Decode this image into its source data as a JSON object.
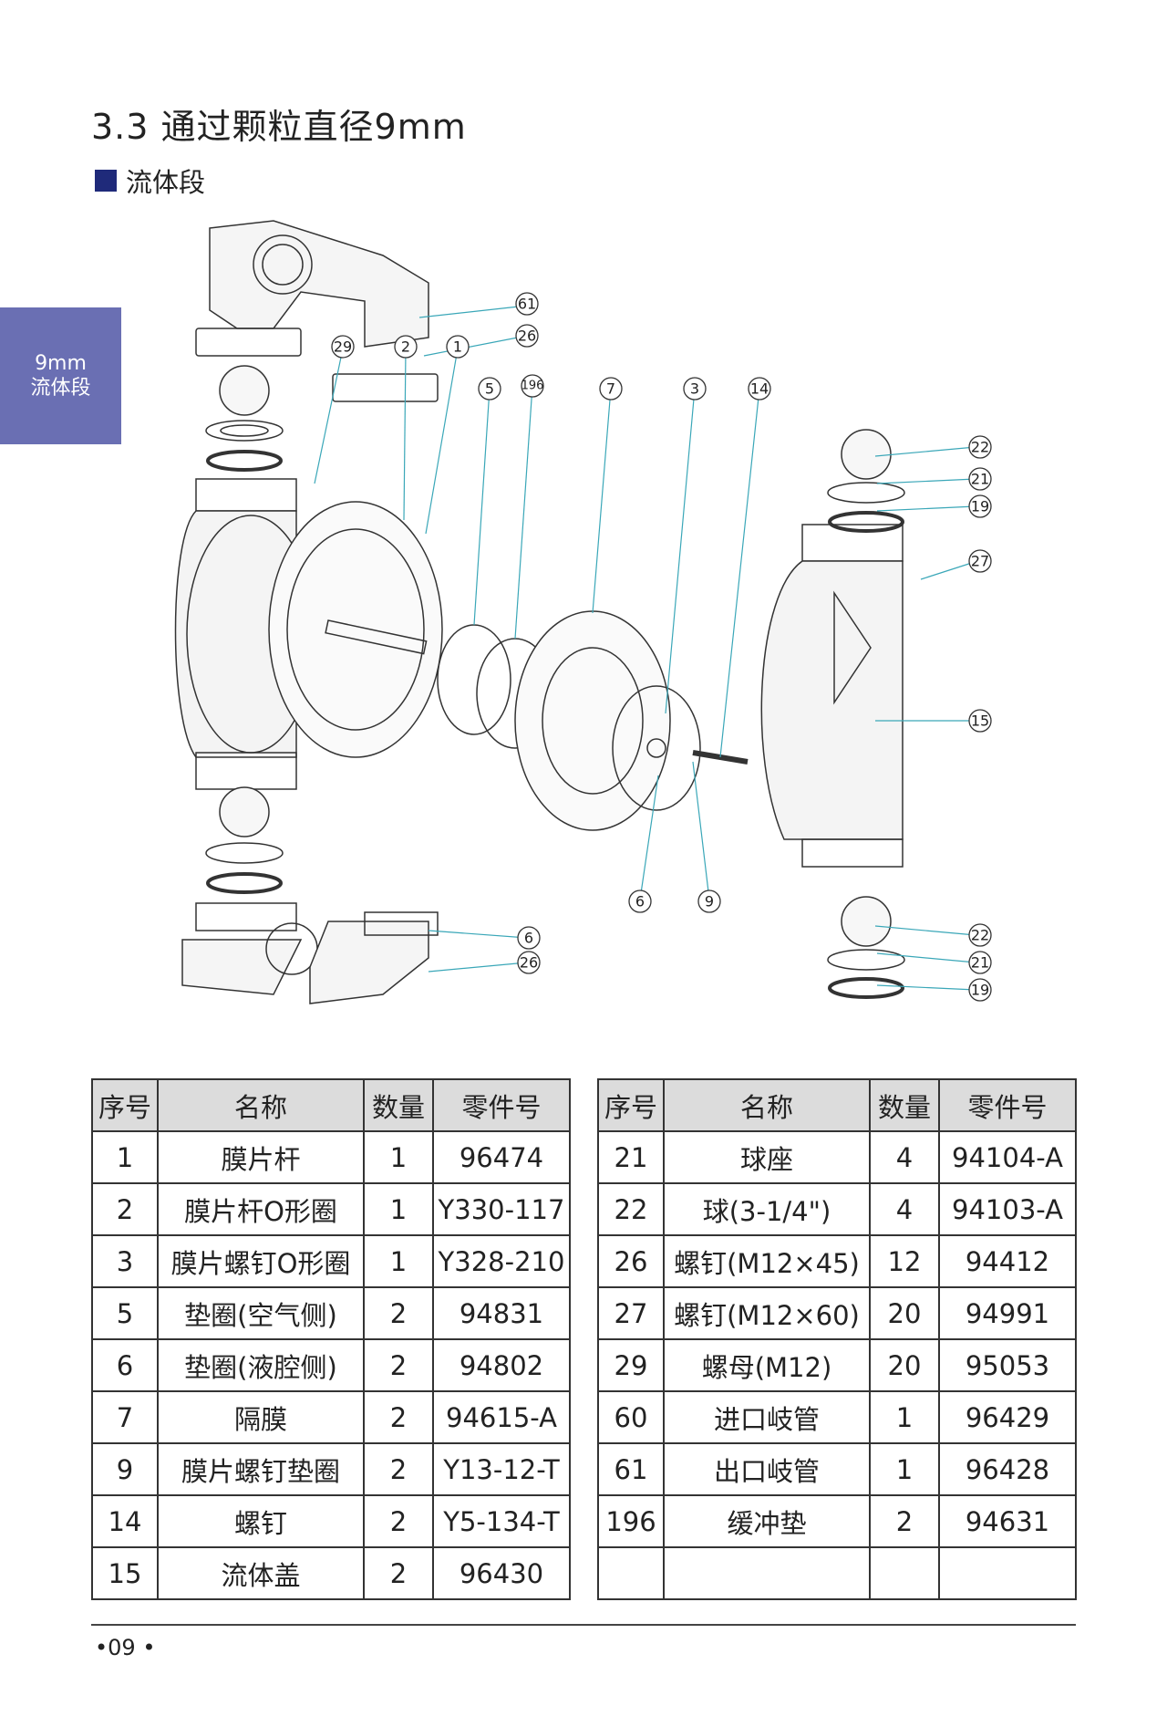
{
  "header": {
    "title": "3.3 通过颗粒直径9mm",
    "subtitle": "流体段"
  },
  "side_tab": {
    "line1": "9mm",
    "line2": "流体段"
  },
  "diagram": {
    "callouts": [
      "61",
      "26",
      "29",
      "2",
      "1",
      "5",
      "196",
      "7",
      "3",
      "14",
      "22",
      "21",
      "19",
      "27",
      "15",
      "6",
      "9",
      "6",
      "26",
      "22",
      "21",
      "19"
    ]
  },
  "table": {
    "headers": [
      "序号",
      "名称",
      "数量",
      "零件号"
    ],
    "left_rows": [
      [
        "1",
        "膜片杆",
        "1",
        "96474"
      ],
      [
        "2",
        "膜片杆O形圈",
        "1",
        "Y330-117"
      ],
      [
        "3",
        "膜片螺钉O形圈",
        "1",
        "Y328-210"
      ],
      [
        "5",
        "垫圈(空气侧)",
        "2",
        "94831"
      ],
      [
        "6",
        "垫圈(液腔侧)",
        "2",
        "94802"
      ],
      [
        "7",
        "隔膜",
        "2",
        "94615-A"
      ],
      [
        "9",
        "膜片螺钉垫圈",
        "2",
        "Y13-12-T"
      ],
      [
        "14",
        "螺钉",
        "2",
        "Y5-134-T"
      ],
      [
        "15",
        "流体盖",
        "2",
        "96430"
      ]
    ],
    "right_rows": [
      [
        "21",
        "球座",
        "4",
        "94104-A"
      ],
      [
        "22",
        "球(3-1/4\")",
        "4",
        "94103-A"
      ],
      [
        "26",
        "螺钉(M12×45)",
        "12",
        "94412"
      ],
      [
        "27",
        "螺钉(M12×60)",
        "20",
        "94991"
      ],
      [
        "29",
        "螺母(M12)",
        "20",
        "95053"
      ],
      [
        "60",
        "进口岐管",
        "1",
        "96429"
      ],
      [
        "61",
        "出口岐管",
        "1",
        "96428"
      ],
      [
        "196",
        "缓冲垫",
        "2",
        "94631"
      ],
      [
        "",
        "",
        "",
        ""
      ]
    ]
  },
  "footer": {
    "page": "•09 •"
  },
  "colors": {
    "accent": "#1f2a7a",
    "side_tab": "#6a6fb3",
    "table_header": "#dcdcdc",
    "leader_line": "#3aa7b8"
  }
}
